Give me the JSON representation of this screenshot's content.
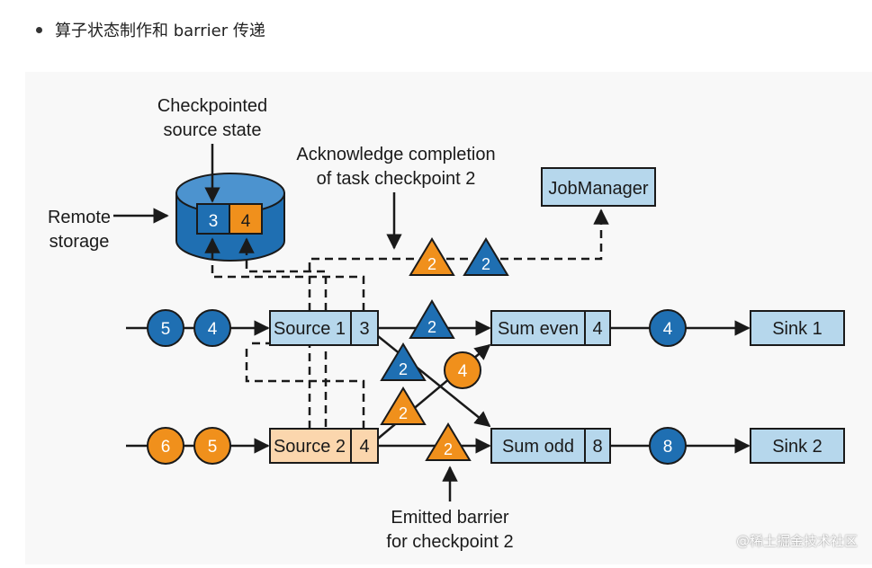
{
  "heading": {
    "text": "算子状态制作和 barrier 传递"
  },
  "storage": {
    "label_line1": "Remote",
    "label_line2": "storage",
    "value_blue": "3",
    "value_orange": "4"
  },
  "annotations": {
    "checkpointed_line1": "Checkpointed",
    "checkpointed_line2": "source state",
    "ack_line1": "Acknowledge completion",
    "ack_line2": "of task checkpoint 2",
    "emitted_line1": "Emitted barrier",
    "emitted_line2": "for checkpoint 2"
  },
  "nodes": {
    "jobmanager": "JobManager",
    "source1": {
      "name": "Source 1",
      "state": "3"
    },
    "source2": {
      "name": "Source 2",
      "state": "4"
    },
    "sum_even": {
      "name": "Sum even",
      "state": "4"
    },
    "sum_odd": {
      "name": "Sum odd",
      "state": "8"
    },
    "sink1": "Sink 1",
    "sink2": "Sink 2"
  },
  "records": {
    "in_source1": [
      "5",
      "4"
    ],
    "in_source2": [
      "6",
      "5"
    ],
    "to_sink1": "4",
    "to_sink2": "8",
    "cross_orange": "4"
  },
  "barriers": {
    "ack_orange": "2",
    "ack_blue": "2",
    "s1_to_even": "2",
    "s1_to_odd": "2",
    "s2_to_even": "2",
    "s2_to_odd": "2"
  },
  "watermark": "@稀土掘金技术社区",
  "colors": {
    "blue": "#1f6fb2",
    "orange": "#f0901c",
    "light_blue": "#b6d7ec",
    "peach": "#fbd6ad",
    "stroke": "#1a1a1a"
  }
}
